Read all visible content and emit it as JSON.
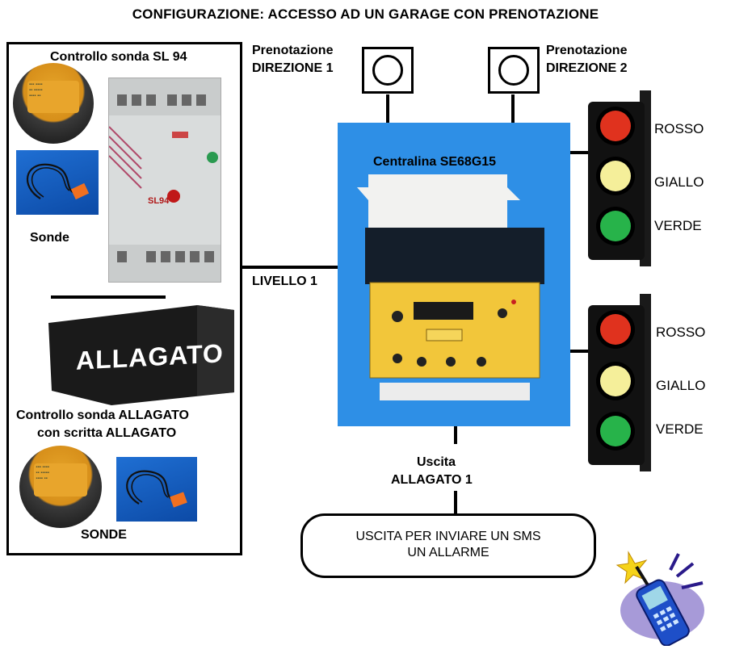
{
  "title": "CONFIGURAZIONE: ACCESSO AD UN GARAGE CON PRENOTAZIONE",
  "left_panel": {
    "sl94_heading": "Controllo sonda SL 94",
    "sonde_label": "Sonde",
    "allagato_sign": "ALLAGATO",
    "allagato_heading_line1": "Controllo sonda ALLAGATO",
    "allagato_heading_line2": "con scritta ALLAGATO",
    "sonde_label_caps": "SONDE",
    "sl94_device_label": "SL94"
  },
  "booking": {
    "dir1_line1": "Prenotazione",
    "dir1_line2": "DIREZIONE 1",
    "dir2_line1": "Prenotazione",
    "dir2_line2": "DIREZIONE 2"
  },
  "controller": {
    "name": "Centralina SE68G15"
  },
  "livello_label": "LIVELLO 1",
  "traffic_light_1": {
    "red": "ROSSO",
    "yellow": "GIALLO",
    "green": "VERDE"
  },
  "traffic_light_2": {
    "red": "ROSSO",
    "yellow": "GIALLO",
    "green": "VERDE"
  },
  "output": {
    "line1": "Uscita",
    "line2": "ALLAGATO 1"
  },
  "sms_box": {
    "line1": "USCITA PER INVIARE UN SMS",
    "line2": "UN ALLARME"
  },
  "colors": {
    "controller_blue": "#2e8fe6",
    "panel_yellow": "#f2c63a",
    "lamp_red": "#e0321e",
    "lamp_yellow": "#f5ef9a",
    "lamp_green": "#27b34a"
  }
}
